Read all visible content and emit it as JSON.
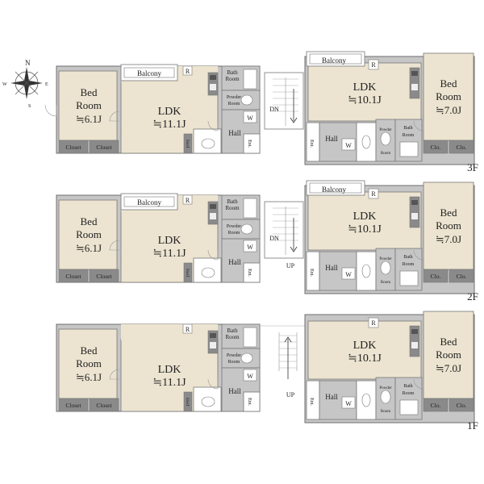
{
  "compass": {
    "north": "N",
    "south": "S",
    "east": "E",
    "west": "W"
  },
  "floors": [
    {
      "floor_label": "3F",
      "west": {
        "bedroom": [
          "Bed",
          "Room",
          "≒6.1J"
        ],
        "ldk": [
          "LDK",
          "≒11.1J"
        ],
        "balcony": "Balcony",
        "bath": [
          "Bath",
          "Room"
        ],
        "powder": [
          "Powder",
          "Room"
        ],
        "hall": "Hall",
        "shelf": "Shelf",
        "w": "W",
        "ent": "Ent.",
        "closets": [
          "Closet",
          "Closet"
        ],
        "r": "R"
      },
      "stair": "DN",
      "east": {
        "bedroom": [
          "Bed",
          "Room",
          "≒7.0J"
        ],
        "ldk": [
          "LDK",
          "≒10.1J"
        ],
        "balcony": "Balcony",
        "bath": [
          "Bath",
          "Room"
        ],
        "powder": [
          "Powder",
          "Room"
        ],
        "hall": "Hall",
        "w": "W",
        "ent": "Ent.",
        "closets": [
          "Clo.",
          "Clo."
        ],
        "r": "R"
      }
    },
    {
      "floor_label": "2F",
      "west": {
        "bedroom": [
          "Bed",
          "Room",
          "≒6.1J"
        ],
        "ldk": [
          "LDK",
          "≒11.1J"
        ],
        "balcony": "Balcony",
        "bath": [
          "Bath",
          "Room"
        ],
        "powder": [
          "Powder",
          "Room"
        ],
        "hall": "Hall",
        "shelf": "Shelf",
        "w": "W",
        "ent": "Ent.",
        "closets": [
          "Closet",
          "Closet"
        ],
        "r": "R"
      },
      "stair": "DN",
      "stair_up": "UP",
      "east": {
        "bedroom": [
          "Bed",
          "Room",
          "≒7.0J"
        ],
        "ldk": [
          "LDK",
          "≒10.1J"
        ],
        "balcony": "Balcony",
        "bath": [
          "Bath",
          "Room"
        ],
        "powder": [
          "Powder",
          "Room"
        ],
        "hall": "Hall",
        "w": "W",
        "ent": "Ent.",
        "closets": [
          "Clo.",
          "Clo."
        ],
        "r": "R"
      }
    },
    {
      "floor_label": "1F",
      "west": {
        "bedroom": [
          "Bed",
          "Room",
          "≒6.1J"
        ],
        "ldk": [
          "LDK",
          "≒11.1J"
        ],
        "bath": [
          "Bath",
          "Room"
        ],
        "powder": [
          "Powder",
          "Room"
        ],
        "hall": "Hall",
        "shelf": "Shelf",
        "w": "W",
        "ent": "Ent.",
        "closets": [
          "Closet",
          "Closet"
        ],
        "r": "R"
      },
      "stair_up": "UP",
      "east": {
        "bedroom": [
          "Bed",
          "Room",
          "≒7.0J"
        ],
        "ldk": [
          "LDK",
          "≒10.1J"
        ],
        "bath": [
          "Bath",
          "Room"
        ],
        "powder": [
          "Powder",
          "Room"
        ],
        "hall": "Hall",
        "w": "W",
        "ent": "Ent.",
        "closets": [
          "Clo.",
          "Clo."
        ],
        "r": "R"
      }
    }
  ]
}
